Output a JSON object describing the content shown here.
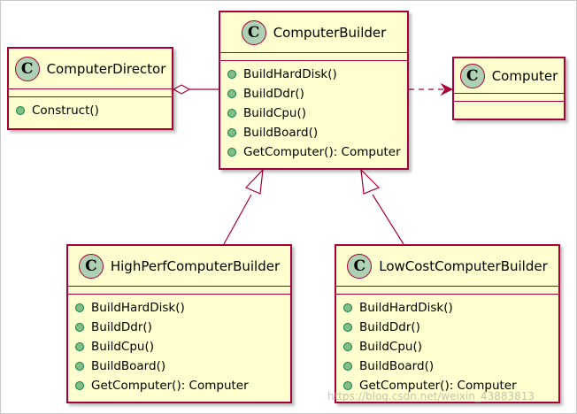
{
  "diagram": {
    "classes": [
      {
        "id": "computer-director",
        "stereotype": "C",
        "name": "ComputerDirector",
        "methods": [
          "Construct()"
        ]
      },
      {
        "id": "computer-builder",
        "stereotype": "C",
        "name": "ComputerBuilder",
        "methods": [
          "BuildHardDisk()",
          "BuildDdr()",
          "BuildCpu()",
          "BuildBoard()",
          "GetComputer(): Computer"
        ]
      },
      {
        "id": "computer",
        "stereotype": "C",
        "name": "Computer",
        "methods": []
      },
      {
        "id": "high-perf-computer-builder",
        "stereotype": "C",
        "name": "HighPerfComputerBuilder",
        "methods": [
          "BuildHardDisk()",
          "BuildDdr()",
          "BuildCpu()",
          "BuildBoard()",
          "GetComputer(): Computer"
        ]
      },
      {
        "id": "low-cost-computer-builder",
        "stereotype": "C",
        "name": "LowCostComputerBuilder",
        "methods": [
          "BuildHardDisk()",
          "BuildDdr()",
          "BuildCpu()",
          "BuildBoard()",
          "GetComputer(): Computer"
        ]
      }
    ],
    "relations": [
      {
        "type": "aggregation",
        "from": "computer-director",
        "to": "computer-builder"
      },
      {
        "type": "dependency",
        "from": "computer-builder",
        "to": "computer"
      },
      {
        "type": "inheritance",
        "from": "high-perf-computer-builder",
        "to": "computer-builder"
      },
      {
        "type": "inheritance",
        "from": "low-cost-computer-builder",
        "to": "computer-builder"
      }
    ]
  },
  "colors": {
    "class_fill": "#fefece",
    "border": "#a80036",
    "stereotype_fill": "#add1b2",
    "public_marker": "#84be84"
  },
  "watermark": "https://blog.csdn.net/weixin_43883813"
}
